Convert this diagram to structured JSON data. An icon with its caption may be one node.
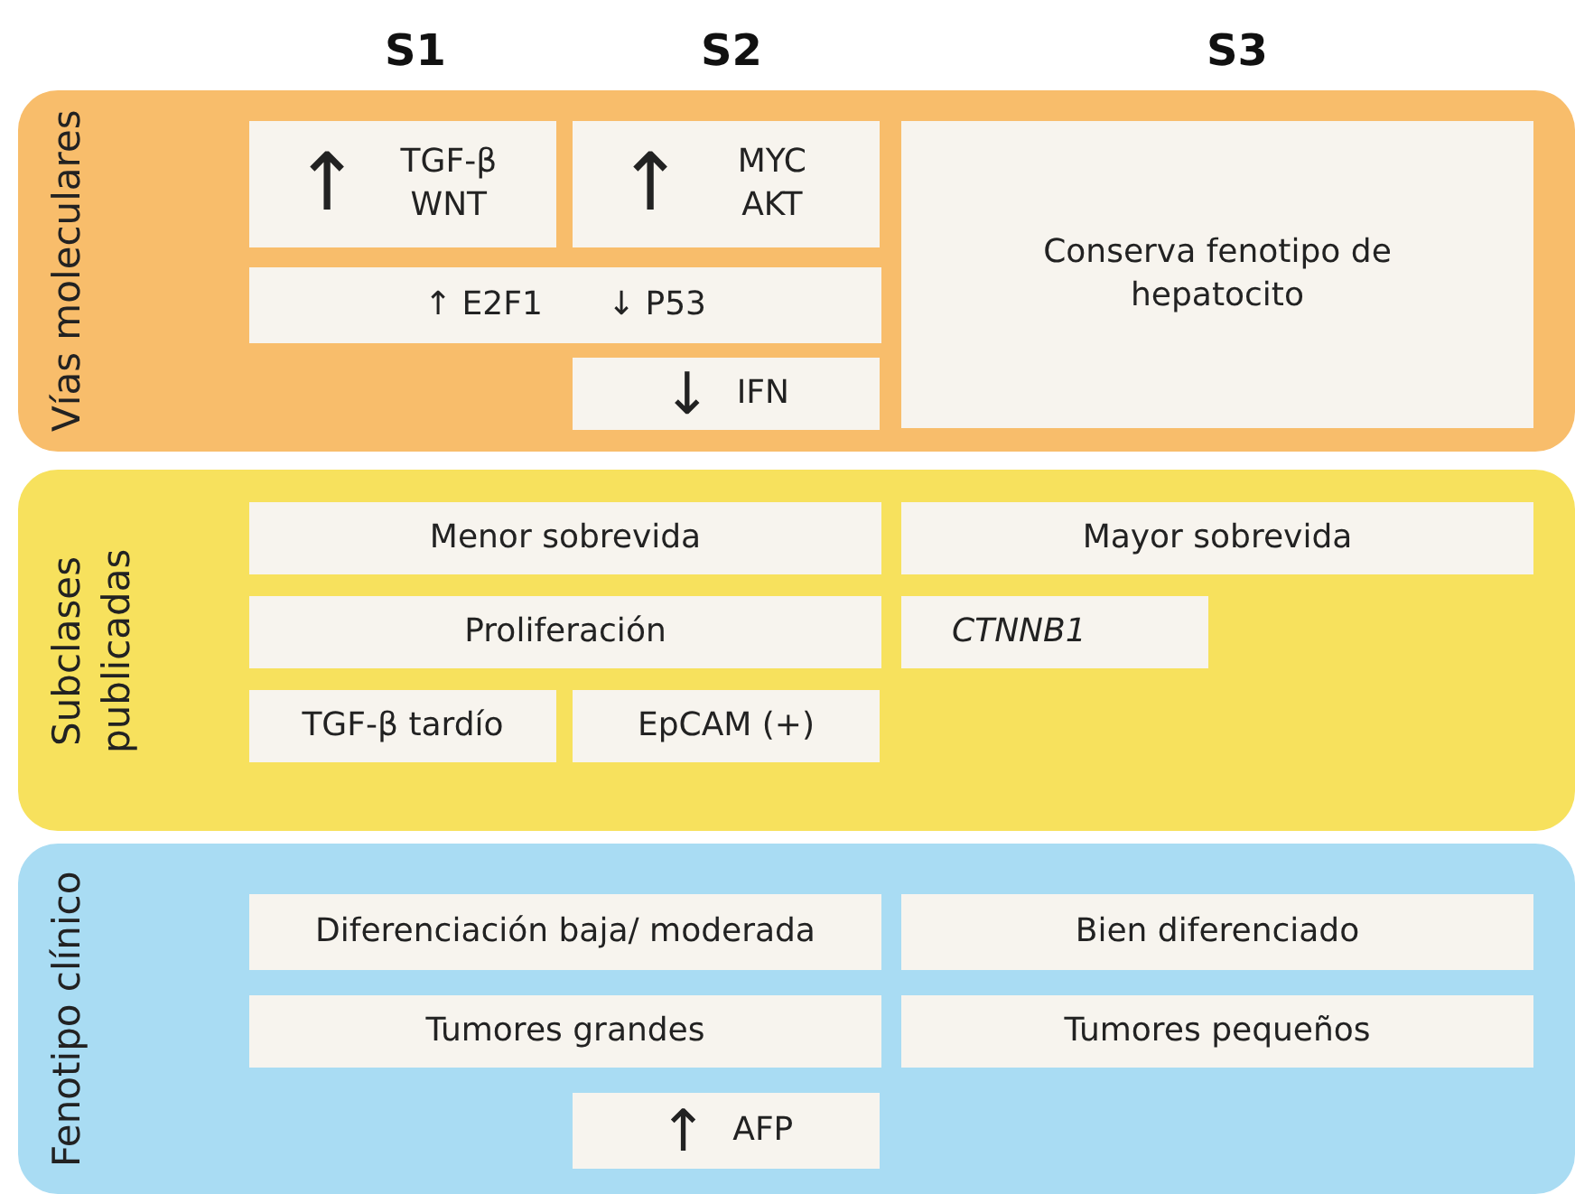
{
  "diagram": {
    "nodes": [
      {
        "text": [
          "Vías moleculares"
        ]
      },
      {
        "text": [
          "↑",
          "TGF-β WNT"
        ],
        "in": 0
      },
      {
        "text": [
          "↑",
          "MYC AKT"
        ],
        "in": 0
      },
      {
        "text": [
          "Conserva fenotipo de hepatocito"
        ],
        "in": 0
      },
      {
        "text": [
          "↑ E2F1",
          "↓ P53"
        ],
        "in": 0
      },
      {
        "text": [
          "↓",
          "IFN"
        ],
        "in": 0
      },
      {
        "text": [
          "Subclases publicadas"
        ]
      },
      {
        "text": [
          "Menor sobrevida"
        ],
        "in": 6
      },
      {
        "text": [
          "Mayor sobrevida"
        ],
        "in": 6
      },
      {
        "text": [
          "Proliferación"
        ],
        "in": 6
      },
      {
        "text": [
          "CTNNB1"
        ],
        "in": 6
      },
      {
        "text": [
          "TGF-β tardío"
        ],
        "in": 6
      },
      {
        "text": [
          "EpCAM (+)"
        ],
        "in": 6
      },
      {
        "text": [
          "Fenotipo clínico"
        ]
      },
      {
        "text": [
          "Diferenciación baja/ moderada"
        ],
        "in": 13
      },
      {
        "text": [
          "Bien diferenciado"
        ],
        "in": 13
      },
      {
        "text": [
          "Tumores grandes"
        ],
        "in": 13
      },
      {
        "text": [
          "Tumores pequeños"
        ],
        "in": 13
      },
      {
        "text": [
          "↑",
          "AFP"
        ],
        "in": 13
      }
    ],
    "labels": [
      "S1",
      "S2",
      "S3"
    ]
  }
}
